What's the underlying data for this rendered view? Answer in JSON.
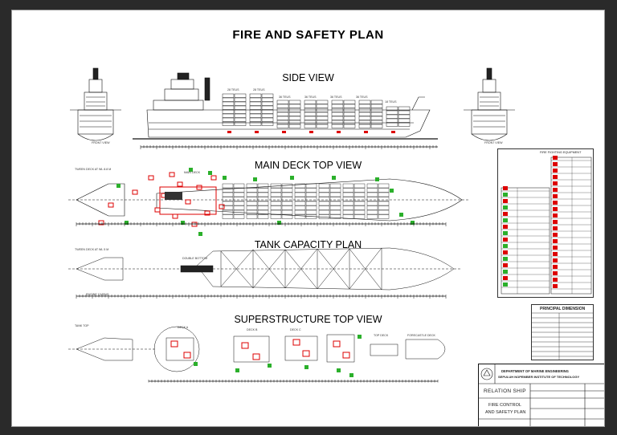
{
  "drawing": {
    "title": "FIRE AND SAFETY PLAN",
    "sections": {
      "side_view": "SIDE VIEW",
      "main_deck": "MAIN DECK TOP VIEW",
      "tank_capacity": "TANK CAPACITY PLAN",
      "superstructure": "SUPERSTRUCTURE TOP VIEW"
    },
    "small_labels": {
      "front_view_left": "FRONT VIEW",
      "front_view_right": "FRONT VIEW",
      "tween_deck_1": "TWEEN DECK AT WL 8.8 M",
      "main_deck_label": "MAIN DECK",
      "tween_deck_2": "TWEEN DECK AT WL 5 M",
      "double_bottom": "DOUBLE BOTTOM",
      "engine_casing": "ENGINE CASING",
      "tank_top": "TANK TOP",
      "deck_a": "DECK A",
      "deck_b": "DECK B",
      "deck_c": "DECK C",
      "top_deck": "TOP DECK",
      "forecastle_deck": "FORECASTLE DECK",
      "teu_1": "28 TEUS",
      "teu_2": "28 TEUS",
      "teu_3": "36 TEUS",
      "teu_4": "36 TEUS",
      "teu_5": "36 TEUS",
      "teu_6": "36 TEUS",
      "teu_7": "18 TEUS"
    },
    "legend": {
      "title": "FIRE FIGHTING EQUIPMENT"
    },
    "dimension_table": {
      "title": "PRINCIPAL DIMENSION"
    },
    "title_block": {
      "institution_line1": "DEPARTMENT OF MARINE ENGINEERING",
      "institution_line2": "SEPULUH NOPEMBER INSTITUTE OF TECHNOLOGY",
      "ship_name": "RELATION SHIP",
      "drawing_line1": "FIRE CONTROL",
      "drawing_line2": "AND SAFETY PLAN"
    }
  }
}
